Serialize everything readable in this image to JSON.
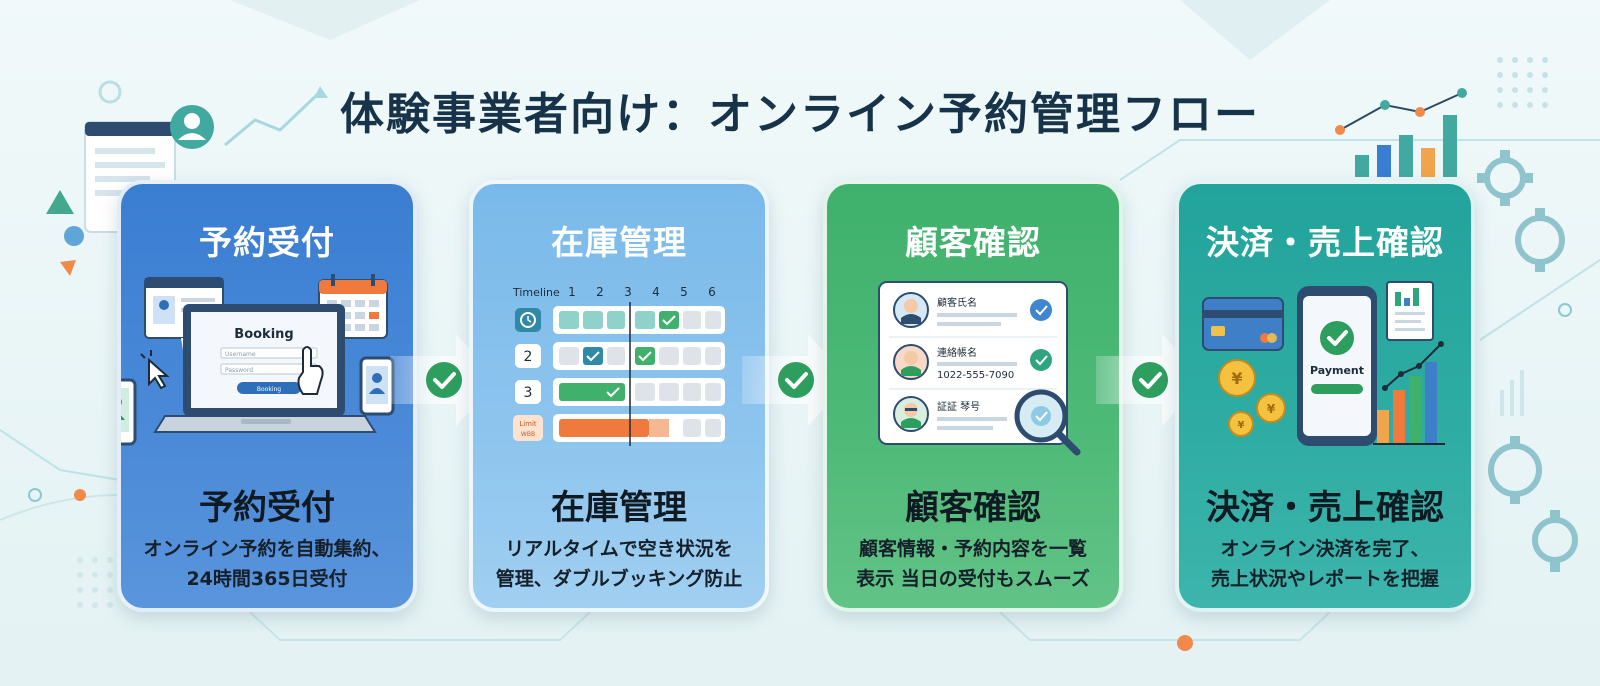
{
  "title": "体験事業者向け：オンライン予約管理フロー",
  "colors": {
    "card1": "#3a7ed2",
    "card2": "#79b9ea",
    "card3": "#3fb16c",
    "card4": "#22a39b",
    "check": "#2e9e5e",
    "accent_orange": "#f07a3e"
  },
  "cards": [
    {
      "head": "予約受付",
      "title": "予約受付",
      "desc_line1": "オンライン予約を自動集約、",
      "desc_line2": "24時間365日受付",
      "illus": {
        "booking_label": "Booking",
        "username_placeholder": "Username",
        "password_placeholder": "Password",
        "button_label": "Booking"
      }
    },
    {
      "head": "在庫管理",
      "title": "在庫管理",
      "desc_line1": "リアルタイムで空き状況を",
      "desc_line2": "管理、ダブルブッキング防止",
      "illus": {
        "timeline_label": "Timeline",
        "columns": [
          "1",
          "2",
          "3",
          "4",
          "5",
          "6"
        ],
        "row2_label": "2",
        "row3_label": "3",
        "limit_label": "Limit",
        "limit_sub": "WBB"
      }
    },
    {
      "head": "顧客確認",
      "title": "顧客確認",
      "desc_line1": "顧客情報・予約内容を一覧",
      "desc_line2": "表示 当日の受付もスムーズ",
      "illus": {
        "entry1_name": "顧客氏名",
        "entry2_name": "連絡帳名",
        "entry2_phone": "1022-555-7090",
        "entry3_name": "証証 琴号"
      }
    },
    {
      "head": "決済・売上確認",
      "title": "決済・売上確認",
      "desc_line1": "オンライン決済を完了、",
      "desc_line2": "売上状況やレポートを把握",
      "illus": {
        "payment_label": "Payment",
        "coin_symbol": "¥"
      }
    }
  ]
}
